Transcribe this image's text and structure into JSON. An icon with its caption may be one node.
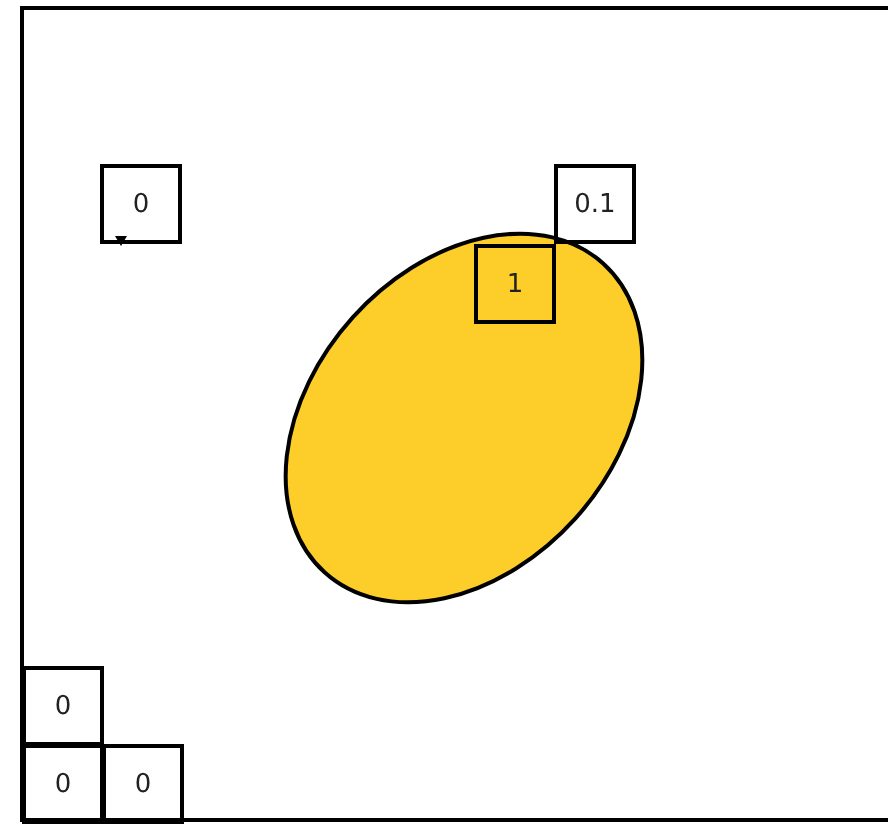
{
  "diagram": {
    "nodes": [
      {
        "text": [
          "0"
        ]
      },
      {
        "text": [
          "0.1"
        ]
      },
      {
        "text": [
          "1"
        ]
      },
      {
        "text": [
          "0"
        ]
      },
      {
        "text": [
          "0"
        ]
      },
      {
        "text": [
          "0"
        ]
      }
    ]
  }
}
